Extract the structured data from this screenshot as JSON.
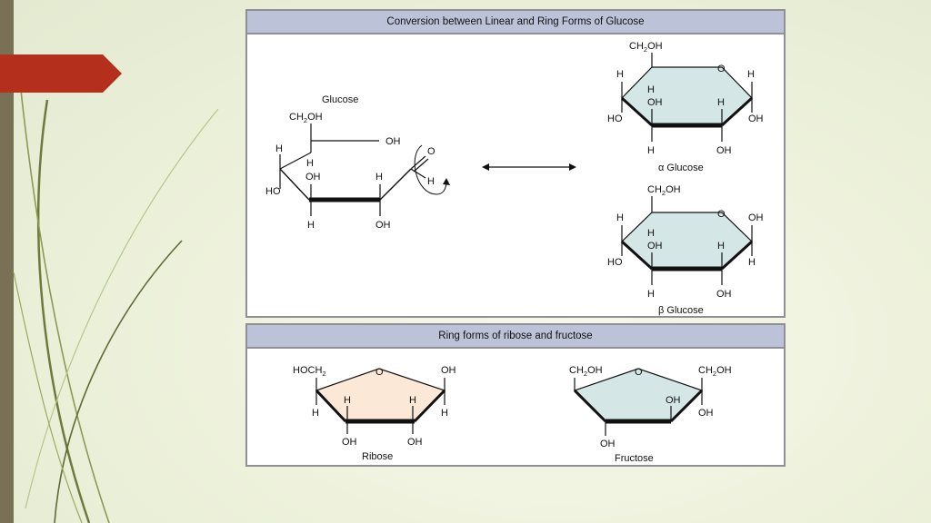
{
  "slide": {
    "accent_color": "#b5301c",
    "bar_color": "#7a7055",
    "background_color": "#eef2dc"
  },
  "glucose_panel": {
    "title": "Conversion between Linear and Ring Forms of Glucose",
    "linear": {
      "name": "Glucose",
      "ch2oh": "CH",
      "sub2": "2",
      "oh_suffix": "OH",
      "top_oh": "OH",
      "aldehyde_o": "O",
      "aldehyde_h": "H",
      "h_upper_left": "H",
      "ho_left": "HO",
      "h_under_ch2oh": "H",
      "oh_mid": "OH",
      "h_mid_right": "H",
      "h_bottom": "H",
      "oh_bottom": "OH"
    },
    "alpha": {
      "caption_symbol": "α",
      "caption_text": " Glucose",
      "ch2oh": "CH",
      "sub2": "2",
      "oh_suffix": "OH",
      "ring_o": "O",
      "h_left": "H",
      "h_right": "H",
      "h_inner": "H",
      "oh_inner": "OH",
      "h_inner_right": "H",
      "ho_left": "HO",
      "oh_right": "OH",
      "h_bottom": "H",
      "oh_bottom": "OH"
    },
    "beta": {
      "caption_symbol": "β",
      "caption_text": " Glucose",
      "ch2oh": "CH",
      "sub2": "2",
      "oh_suffix": "OH",
      "ring_o": "O",
      "h_left": "H",
      "oh_right": "OH",
      "h_inner": "H",
      "oh_inner": "OH",
      "h_inner_right": "H",
      "ho_left": "HO",
      "h_right": "H",
      "h_bottom": "H",
      "oh_bottom": "OH"
    },
    "ring_fill": "#d4e6e6"
  },
  "ribose_panel": {
    "title": "Ring forms of ribose and fructose",
    "ribose": {
      "name": "Ribose",
      "hoch2": "HOCH",
      "sub2": "2",
      "ring_o": "O",
      "oh_right": "OH",
      "h_inner_left": "H",
      "h_inner_right": "H",
      "h_left": "H",
      "h_right": "H",
      "oh_bottom_left": "OH",
      "oh_bottom_right": "OH",
      "fill": "#fbe8d6"
    },
    "fructose": {
      "name": "Fructose",
      "ch2oh_left": "CH",
      "ch2oh_right": "CH",
      "sub2": "2",
      "oh_suffix": "OH",
      "ring_o": "O",
      "oh_inner": "OH",
      "oh_right": "OH",
      "oh_bottom": "OH",
      "fill": "#d4e6e6"
    }
  }
}
